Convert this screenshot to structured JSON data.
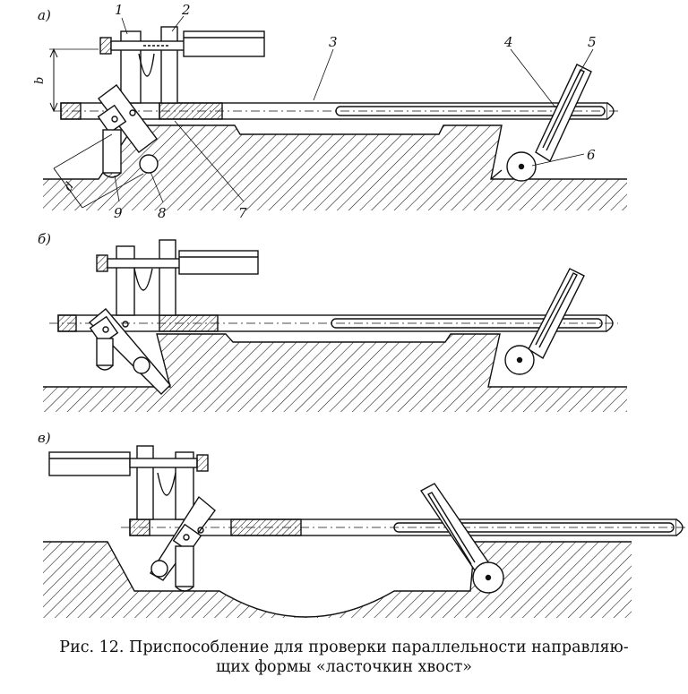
{
  "panels": [
    {
      "letter": "а)"
    },
    {
      "letter": "б)"
    },
    {
      "letter": "в)"
    }
  ],
  "part_numbers": [
    "1",
    "2",
    "3",
    "4",
    "5",
    "6",
    "7",
    "8",
    "9"
  ],
  "dimension_letters": {
    "vertical": "b",
    "angled": "d"
  },
  "caption": {
    "line1": "Рис. 12. Приспособление для проверки параллельности направляю-",
    "line2": "щих формы «ласточкин хвост»"
  },
  "colors": {
    "ink": "#111111",
    "background": "#ffffff"
  }
}
